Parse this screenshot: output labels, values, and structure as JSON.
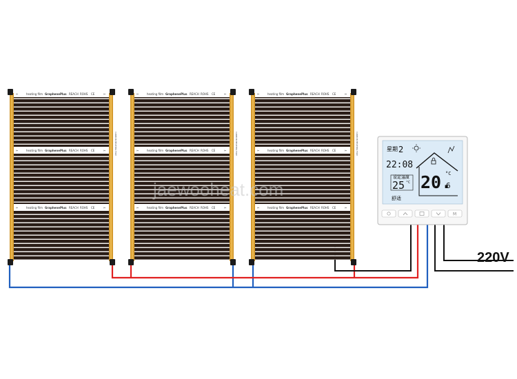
{
  "film": {
    "strip_label": "heating film",
    "brand_label": "GraphenePlus",
    "cert_1": "REACH",
    "cert_2": "ROHS",
    "cert_3": "CE",
    "side_text": "CARBON HEATING FILM",
    "strip_color": "#e6a93a",
    "carbon_color": "#2a1d17"
  },
  "thermostat": {
    "week_label": "星期",
    "week_value": "2",
    "time": "22:08",
    "set_temp_label": "设定温度",
    "set_temp": "25",
    "set_unit": "°C",
    "room_temp_main": "20.",
    "room_temp_decimal": "6",
    "room_unit": "°C",
    "mode_label": "舒适",
    "screen_color": "#dcebf7",
    "buttons": [
      "power-icon",
      "up-arrow-icon",
      "menu-icon",
      "down-arrow-icon",
      "mode-icon"
    ]
  },
  "wiring": {
    "voltage_label": "220V",
    "hot_color": "#e02020",
    "neutral_color": "#1f5fbf",
    "ground_color": "#111111"
  },
  "watermark": "jaewooheat.com"
}
